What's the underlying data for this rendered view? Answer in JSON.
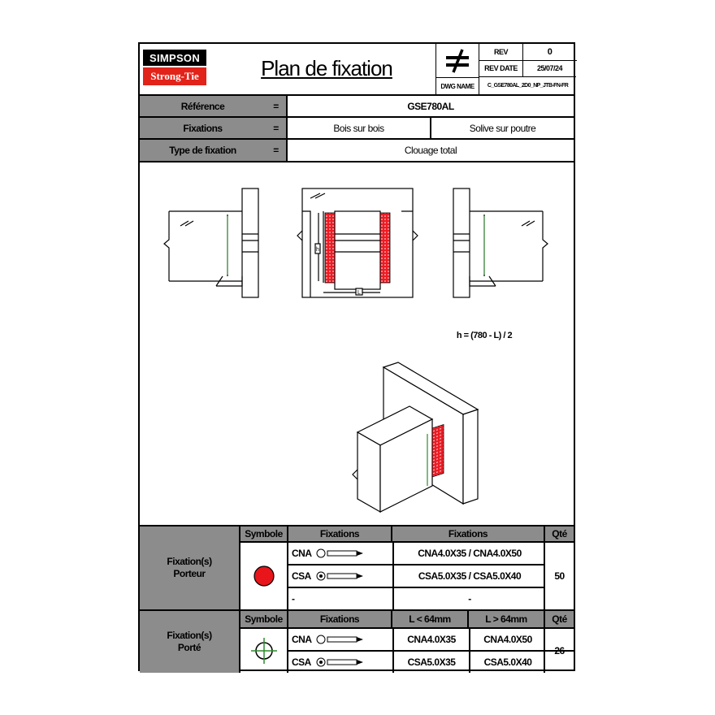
{
  "logo": {
    "line1": "SIMPSON",
    "line2": "Strong-Tie"
  },
  "title": "Plan de fixation",
  "rev": {
    "rev_label": "REV",
    "rev_value": "0",
    "date_label": "REV DATE",
    "date_value": "25/07/24",
    "dwg_label": "DWG NAME",
    "dwg_value": "C_GSE780AL_2D0_NP_JTB-FN-FR"
  },
  "info": {
    "reference_label": "Référence",
    "reference_value": "GSE780AL",
    "fixations_label": "Fixations",
    "fixations_value_1": "Bois sur bois",
    "fixations_value_2": "Solive sur poutre",
    "type_label": "Type de fixation",
    "type_value": "Clouage total",
    "equals": "="
  },
  "drawing": {
    "formula": "h = (780 - L) / 2",
    "dim_h": "h",
    "dim_l": "L"
  },
  "porteur": {
    "label_1": "Fixation(s)",
    "label_2": "Porteur",
    "symbol_header": "Symbole",
    "fix_header": "Fixations",
    "fix_header_2": "Fixations",
    "qty_header": "Qté",
    "rows": [
      {
        "type": "CNA",
        "value": "CNA4.0X35 / CNA4.0X50"
      },
      {
        "type": "CSA",
        "value": "CSA5.0X35 / CSA5.0X40"
      },
      {
        "type": "-",
        "value": "-"
      }
    ],
    "qty": "50",
    "symbol_color": "#e8151b"
  },
  "porte": {
    "label_1": "Fixation(s)",
    "label_2": "Porté",
    "symbol_header": "Symbole",
    "fix_header": "Fixations",
    "l_small_header": "L < 64mm",
    "l_big_header": "L > 64mm",
    "qty_header": "Qté",
    "rows": [
      {
        "type": "CNA",
        "small": "CNA4.0X35",
        "big": "CNA4.0X50"
      },
      {
        "type": "CSA",
        "small": "CSA5.0X35",
        "big": "CSA5.0X40"
      }
    ],
    "qty": "26",
    "symbol_color": "#2e8b2e"
  }
}
